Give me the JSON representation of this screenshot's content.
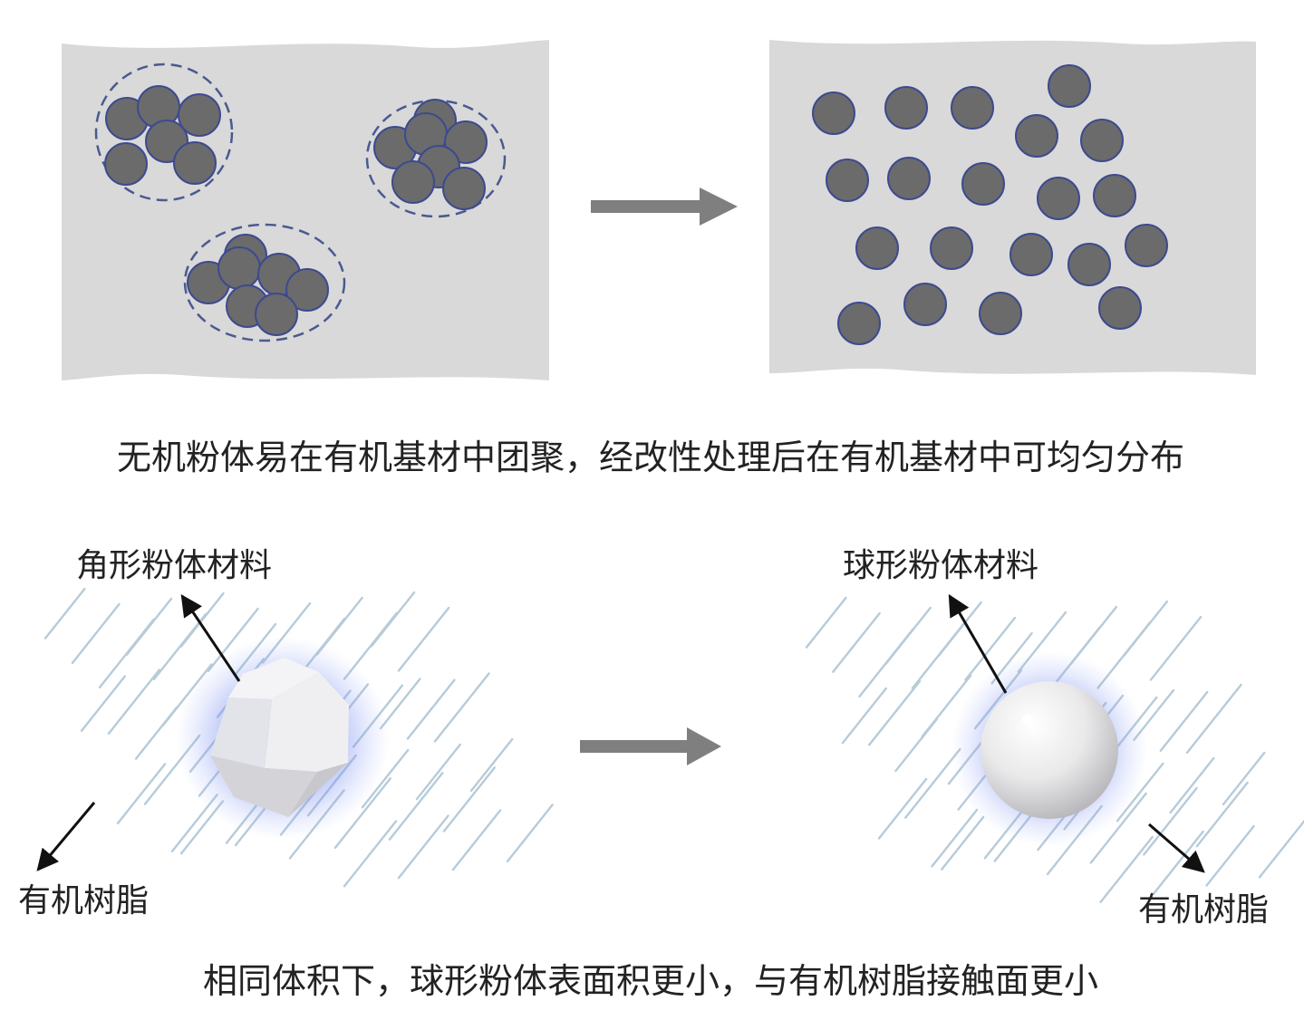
{
  "top_section": {
    "caption": "无机粉体易在有机基材中团聚，经改性处理后在有机基材中可均匀分布"
  },
  "bottom_section": {
    "left_particle_label": "角形粉体材料",
    "left_resin_label": "有机树脂",
    "right_particle_label": "球形粉体材料",
    "right_resin_label": "有机树脂",
    "caption": "相同体积下，球形粉体表面积更小，与有机树脂接触面更小"
  },
  "colors": {
    "panel_fill": "#d9d9d9",
    "particle_fill": "#6b6b6b",
    "particle_stroke": "#3d4a8f",
    "cluster_outline": "#4a5a8f",
    "arrow_fill": "#7f7f7f",
    "hatch_line": "#b7cbd9",
    "glow": "#5b74e8"
  }
}
